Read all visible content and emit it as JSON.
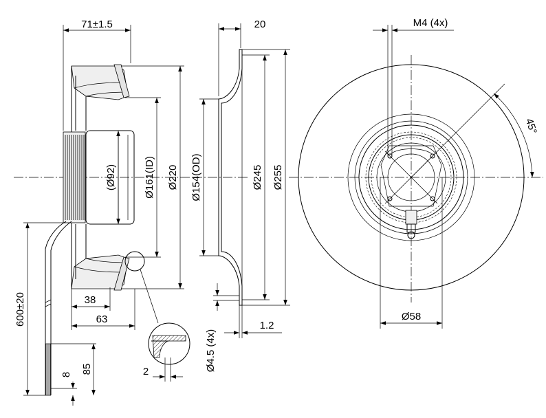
{
  "side_view": {
    "width_tol": "71±1.5",
    "hub_dia": "(Ø92)",
    "inlet_id": "Ø161(ID)",
    "wheel_dia": "Ø220",
    "dim_38": "38",
    "dim_63": "63",
    "cable_len": "600±20",
    "strip_8": "8",
    "strip_85": "85"
  },
  "detail": {
    "weld_2": "2"
  },
  "inlet_ring": {
    "depth": "20",
    "od": "Ø154(OD)",
    "dia_245": "Ø245",
    "dia_255": "Ø255",
    "thickness": "1.2",
    "holes": "Ø4.5 (4x)"
  },
  "front_view": {
    "thread": "M4 (4x)",
    "angle": "45°",
    "hole_circle": "Ø58"
  }
}
